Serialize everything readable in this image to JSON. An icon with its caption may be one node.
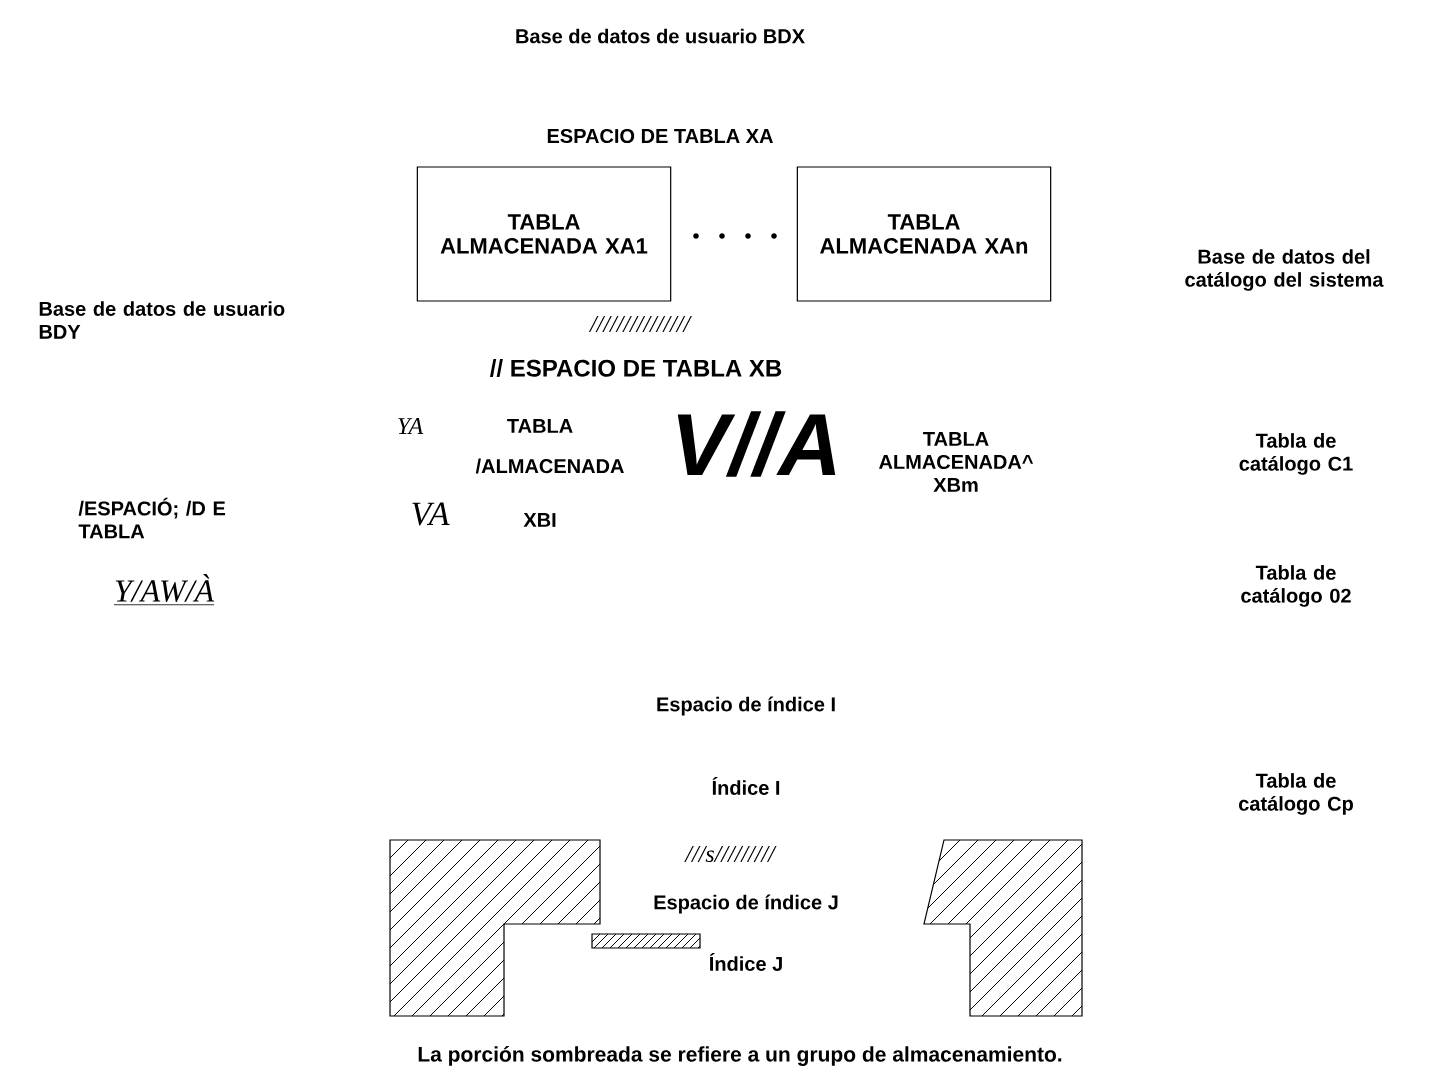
{
  "diagram": {
    "title": "Base de datos de usuario BDX",
    "caption": "La porción sombreada se refiere a un grupo de almacenamiento.",
    "nodes": [
      {
        "text": [
          "TABLA ALMACENADA XA1"
        ]
      },
      {
        "text": [
          "TABLA ALMACENADA XAn"
        ]
      }
    ],
    "labels": [
      "ESPACIO DE TABLA XA",
      "Base de datos del catálogo del sistema",
      "Base de datos de usuario BDY",
      "///////////////",
      "// ESPACIO DE TABLA XB",
      "YA",
      "TABLA",
      "/ALMACENADA",
      "V//A",
      "TABLA ALMACENADA^ XBm",
      "VA",
      "XBI",
      "/ESPACIÓ; /D E TABLA",
      "Y/AW/À",
      "Tabla de catálogo C1",
      "Tabla de catálogo 02",
      "Espacio de índice I",
      "Índice I",
      "Tabla de catálogo Cp",
      "///s/////////",
      "Espacio de índice J",
      "Índice J"
    ]
  }
}
